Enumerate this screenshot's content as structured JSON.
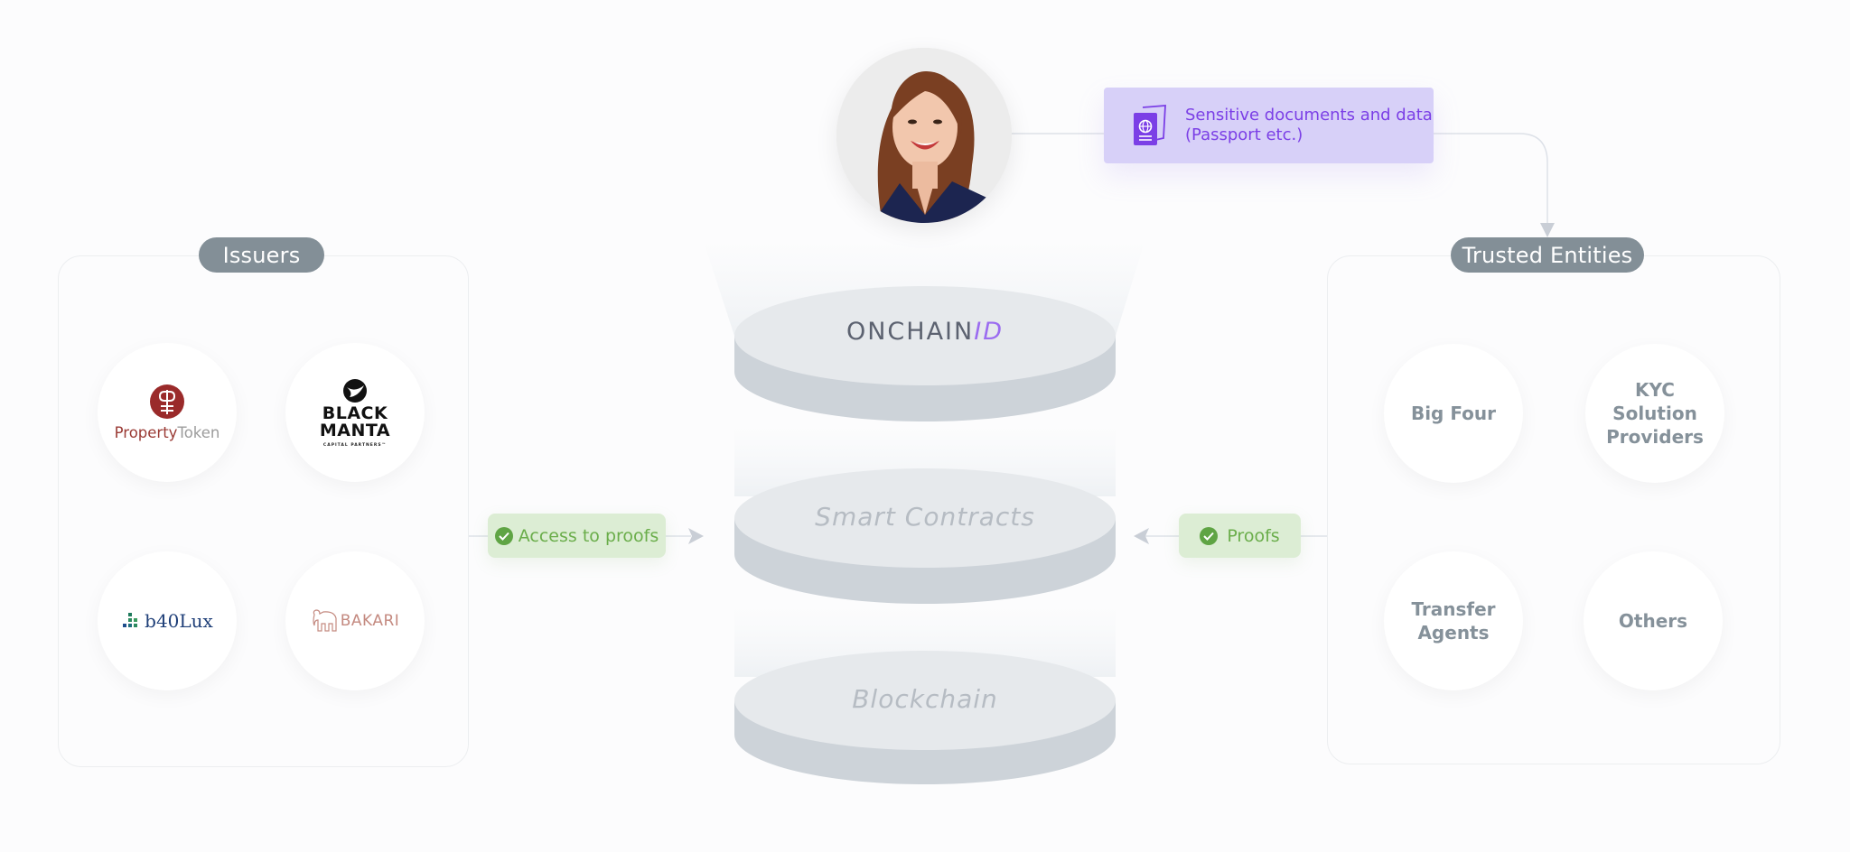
{
  "user": {
    "avatar_icon": "person-photo-icon"
  },
  "sensitive_docs": {
    "icon": "passport-icon",
    "text": "Sensitive documents and data\n(Passport etc.)",
    "bg_color": "#d7d0f8",
    "text_color": "#7b3fe6"
  },
  "issuers": {
    "title": "Issuers",
    "items": [
      {
        "name_part1": "Property",
        "name_part2": "Token",
        "icon": "property-token-logo-icon"
      },
      {
        "line1": "BLACK",
        "line2": "MANTA",
        "tagline": "CAPITAL PARTNERS™",
        "icon": "black-manta-logo-icon"
      },
      {
        "name": "b40Lux",
        "icon": "b40lux-logo-icon"
      },
      {
        "name": "BAKARI",
        "icon": "bakari-elephant-logo-icon"
      }
    ]
  },
  "trusted_entities": {
    "title": "Trusted Entities",
    "items": [
      {
        "label": "Big Four"
      },
      {
        "label": "KYC\nSolution\nProviders"
      },
      {
        "label": "Transfer\nAgents"
      },
      {
        "label": "Others"
      }
    ]
  },
  "flows": {
    "access_to_proofs": "Access to proofs",
    "proofs": "Proofs",
    "check_icon": "check-circle-icon",
    "tag_color": "#dcedd4",
    "tag_text_color": "#6aad4a"
  },
  "stack": {
    "layers": [
      {
        "label_main": "ONCHAIN",
        "label_accent": "ID"
      },
      {
        "label": "Smart Contracts"
      },
      {
        "label": "Blockchain"
      }
    ],
    "accent_color": "#9b6cf0"
  },
  "colors": {
    "pill": "#838f97",
    "disc_top": "#e6e9ec",
    "disc_side": "#cdd3d9"
  }
}
